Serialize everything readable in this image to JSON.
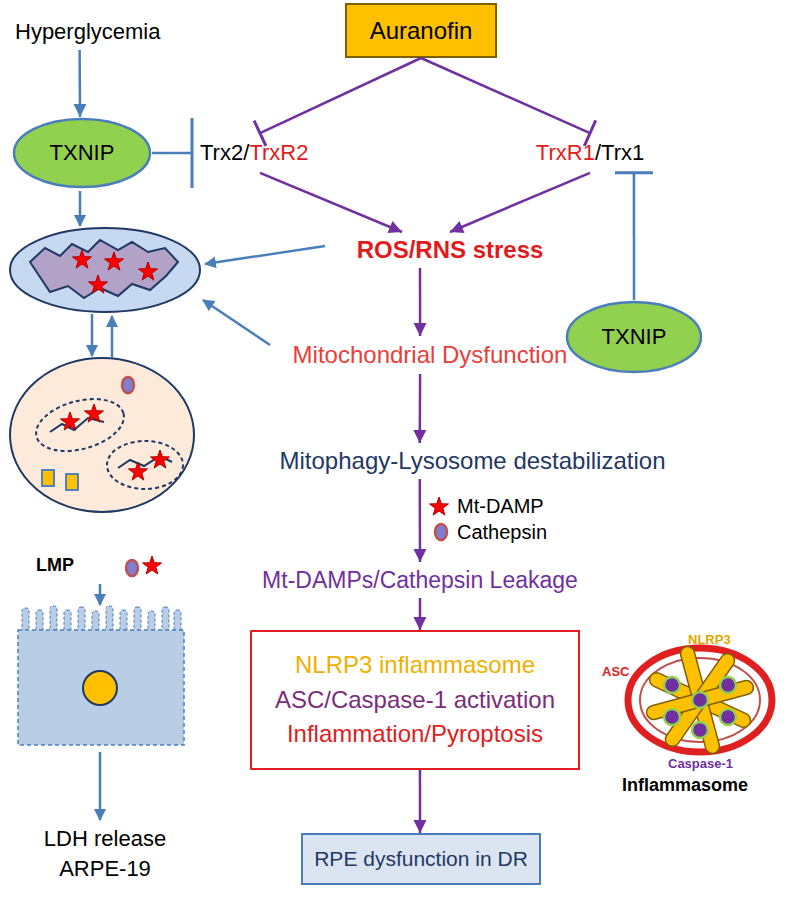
{
  "diagram": {
    "nodes": [
      {
        "text": [
          "Hyperglycemia"
        ]
      },
      {
        "text": [
          "Auranofin"
        ]
      },
      {
        "text": [
          "TXNIP"
        ]
      },
      {
        "text": [
          "Trx2/",
          "TrxR2"
        ]
      },
      {
        "text": [
          "TrxR1",
          "/Trx1"
        ]
      },
      {
        "text": [
          "ROS/RNS stress"
        ]
      },
      {
        "text": [
          "TXNIP"
        ]
      },
      {
        "text": [
          "Mitochondrial Dysfunction"
        ]
      },
      {
        "text": [
          "Mitophagy-Lysosome destabilization"
        ]
      },
      {
        "text": [
          "Mt-DAMPs/Cathepsin Leakage"
        ]
      },
      {
        "text": [
          "NLRP3 inflammasome",
          "ASC/Caspase-1 activation",
          "Inflammation/Pyroptosis"
        ]
      },
      {
        "text": [
          "RPE dysfunction in DR"
        ]
      }
    ],
    "edges": [
      {
        "from": 0,
        "to": 2,
        "arrow": "to"
      },
      {
        "from": 1,
        "to": 3,
        "arrow": "to"
      },
      {
        "from": 1,
        "to": 4,
        "arrow": "to"
      },
      {
        "from": 2,
        "to": 3,
        "arrow": "to"
      },
      {
        "from": 6,
        "to": 4,
        "arrow": "to"
      },
      {
        "from": 3,
        "to": 5,
        "arrow": "to"
      },
      {
        "from": 4,
        "to": 5,
        "arrow": "to"
      },
      {
        "from": 5,
        "to": 7,
        "arrow": "to"
      },
      {
        "from": 7,
        "to": 8,
        "arrow": "to"
      },
      {
        "from": 8,
        "to": 9,
        "arrow": "to"
      },
      {
        "from": 9,
        "to": 10,
        "arrow": "to"
      },
      {
        "from": 10,
        "to": 11,
        "arrow": "to"
      }
    ],
    "labels": [
      "LMP",
      "LDH release",
      "ARPE-19",
      "NLRP3",
      "ASC",
      "Caspase-1",
      "Inflammasome"
    ],
    "legend": [
      {
        "text": "Mt-DAMP"
      },
      {
        "text": "Cathepsin"
      }
    ]
  }
}
